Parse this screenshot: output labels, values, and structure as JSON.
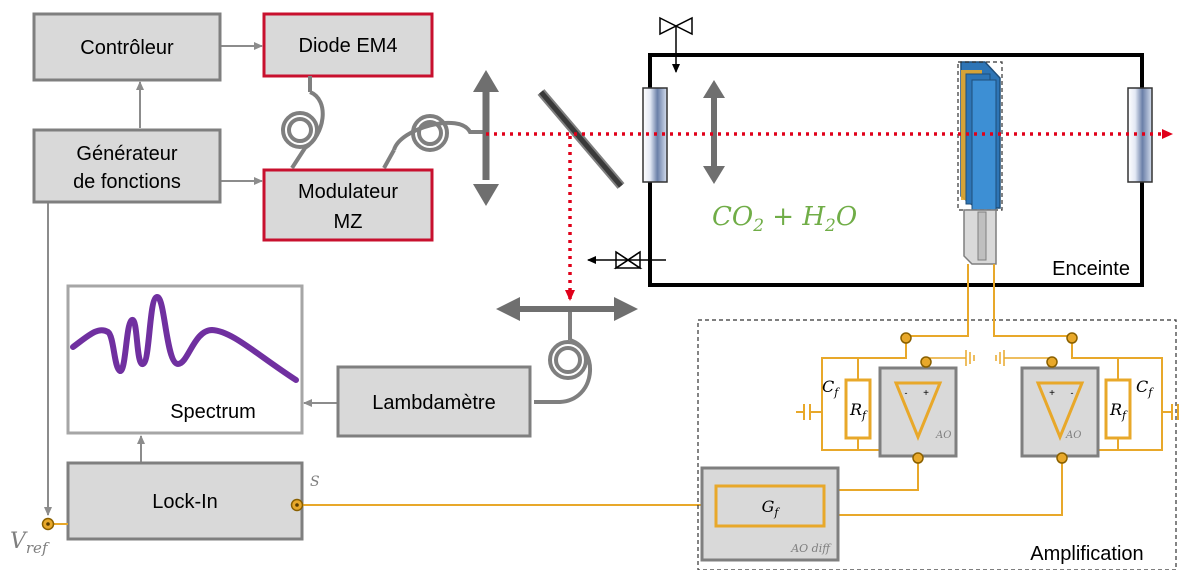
{
  "blocks": {
    "controleur": "Contrôleur",
    "diode": "Diode EM4",
    "generateur_line1": "Générateur",
    "generateur_line2": "de fonctions",
    "modulateur_line1": "Modulateur",
    "modulateur_line2": "MZ",
    "lambdametre": "Lambdamètre",
    "spectrum": "Spectrum",
    "lockin": "Lock-In",
    "enceinte": "Enceinte",
    "amplification": "Amplification"
  },
  "gas": {
    "co": "CO",
    "two_a": "2",
    "plus_h": " + H",
    "two_b": "2",
    "o": "O"
  },
  "signals": {
    "s": "S",
    "vref_v": "V",
    "vref_sub": "ref"
  },
  "amp": {
    "cf": "C",
    "rf": "R",
    "sub_f": "f",
    "ao": "AO",
    "gf": "G",
    "ao_diff": "AO diff",
    "minus": "-",
    "plus": "+"
  },
  "colors": {
    "block_fill": "#d9d9d9",
    "block_stroke": "#7f7f7f",
    "laser_red": "#c8102e",
    "beam_red": "#e0001a",
    "amp_gold": "#e8a82a",
    "gas_green": "#70ad47",
    "spectrum_purple": "#7030a0",
    "optics_gray": "#6f6f6f"
  }
}
